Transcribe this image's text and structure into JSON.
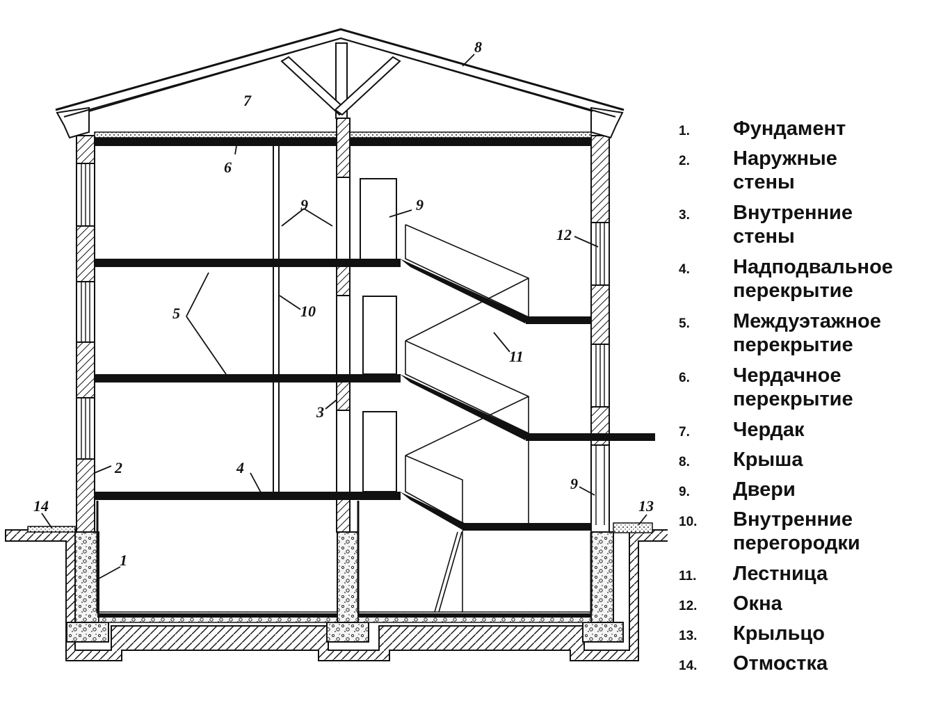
{
  "diagram": {
    "callouts": [
      "1",
      "2",
      "3",
      "4",
      "5",
      "6",
      "7",
      "8",
      "9",
      "10",
      "11",
      "12",
      "13",
      "14"
    ]
  },
  "legend": {
    "items": [
      {
        "num": "1.",
        "label": "Фундамент"
      },
      {
        "num": "2.",
        "label": "Наружные\nстены"
      },
      {
        "num": "3.",
        "label": "Внутренние\nстены"
      },
      {
        "num": "4.",
        "label": "Надподвальное\nперекрытие"
      },
      {
        "num": "5.",
        "label": "Междуэтажное\nперекрытие"
      },
      {
        "num": "6.",
        "label": "Чердачное\nперекрытие"
      },
      {
        "num": "7.",
        "label": "Чердак"
      },
      {
        "num": "8.",
        "label": "Крыша"
      },
      {
        "num": "9.",
        "label": "Двери"
      },
      {
        "num": "10.",
        "label": "Внутренние\nперегородки"
      },
      {
        "num": "11.",
        "label": "Лестница"
      },
      {
        "num": "12.",
        "label": "Окна"
      },
      {
        "num": "13.",
        "label": "Крыльцо"
      },
      {
        "num": "14.",
        "label": "Отмостка"
      }
    ]
  }
}
